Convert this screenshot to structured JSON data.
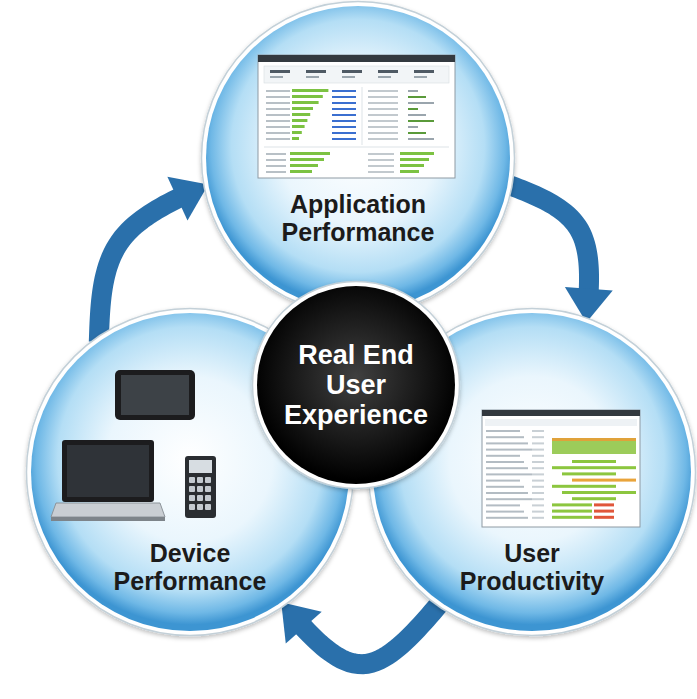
{
  "diagram": {
    "nodes": [
      {
        "text": [
          "Application Performance"
        ]
      },
      {
        "text": [
          "Real End User Experience"
        ]
      },
      {
        "text": [
          "User Productivity"
        ]
      },
      {
        "text": [
          "Device Performance"
        ]
      }
    ],
    "edges": [
      {
        "from": 0,
        "to": 2,
        "arrow": "to"
      },
      {
        "from": 2,
        "to": 3,
        "arrow": "to"
      },
      {
        "from": 3,
        "to": 0,
        "arrow": "to"
      }
    ]
  }
}
